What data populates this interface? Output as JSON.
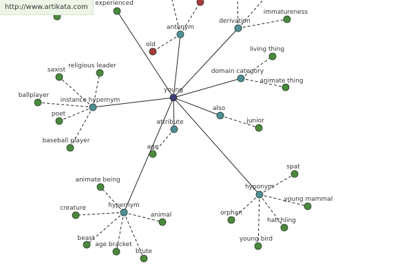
{
  "site_url": "http://www.artikata.com",
  "colors": {
    "center": "#3d3d7a",
    "category": "#4e8f98",
    "leaf": "#4a8a3c",
    "highlight": "#a83a3a",
    "edge": "#222222"
  },
  "graph": {
    "center": {
      "id": "young",
      "label": "young"
    },
    "categories": [
      {
        "id": "antonym",
        "label": "antonym"
      },
      {
        "id": "derivation",
        "label": "derivation"
      },
      {
        "id": "domain_category",
        "label": "domain category"
      },
      {
        "id": "also",
        "label": "also"
      },
      {
        "id": "attribute",
        "label": "attribute"
      },
      {
        "id": "instance_hypernym",
        "label": "instance hypernym"
      },
      {
        "id": "hypernym",
        "label": "hypernym"
      },
      {
        "id": "hyponym",
        "label": "hyponym"
      }
    ],
    "leaves": [
      {
        "id": "experienced",
        "label": "experienced",
        "parent": "young",
        "kind": "leaf"
      },
      {
        "id": "unlabeled_top_left",
        "label": "",
        "parent": "young",
        "kind": "leaf"
      },
      {
        "id": "old",
        "label": "old",
        "parent": "antonym",
        "kind": "highlight"
      },
      {
        "id": "unlabeled_top_red",
        "label": "",
        "parent": "antonym",
        "kind": "highlight"
      },
      {
        "id": "immatureness",
        "label": "immatureness",
        "parent": "derivation",
        "kind": "leaf"
      },
      {
        "id": "living_thing",
        "label": "living thing",
        "parent": "domain_category",
        "kind": "leaf"
      },
      {
        "id": "animate_thing",
        "label": "animate thing",
        "parent": "domain_category",
        "kind": "leaf"
      },
      {
        "id": "junior",
        "label": "junior",
        "parent": "also",
        "kind": "leaf"
      },
      {
        "id": "age",
        "label": "age",
        "parent": "attribute",
        "kind": "leaf"
      },
      {
        "id": "saxist",
        "label": "saxist",
        "parent": "instance_hypernym",
        "kind": "leaf"
      },
      {
        "id": "religious_leader",
        "label": "religious leader",
        "parent": "instance_hypernym",
        "kind": "leaf"
      },
      {
        "id": "ballplayer",
        "label": "ballplayer",
        "parent": "instance_hypernym",
        "kind": "leaf"
      },
      {
        "id": "poet",
        "label": "poet",
        "parent": "instance_hypernym",
        "kind": "leaf"
      },
      {
        "id": "baseball_player",
        "label": "baseball player",
        "parent": "instance_hypernym",
        "kind": "leaf"
      },
      {
        "id": "animate_being",
        "label": "animate being",
        "parent": "hypernym",
        "kind": "leaf"
      },
      {
        "id": "creature",
        "label": "creature",
        "parent": "hypernym",
        "kind": "leaf"
      },
      {
        "id": "animal",
        "label": "animal",
        "parent": "hypernym",
        "kind": "leaf"
      },
      {
        "id": "beast",
        "label": "beast",
        "parent": "hypernym",
        "kind": "leaf"
      },
      {
        "id": "age_bracket",
        "label": "age bracket",
        "parent": "hypernym",
        "kind": "leaf"
      },
      {
        "id": "brute",
        "label": "brute",
        "parent": "hypernym",
        "kind": "leaf"
      },
      {
        "id": "spat",
        "label": "spat",
        "parent": "hyponym",
        "kind": "leaf"
      },
      {
        "id": "young_mammal",
        "label": "young mammal",
        "parent": "hyponym",
        "kind": "leaf"
      },
      {
        "id": "orphan",
        "label": "orphan",
        "parent": "hyponym",
        "kind": "leaf"
      },
      {
        "id": "hatchling",
        "label": "hatchling",
        "parent": "hyponym",
        "kind": "leaf"
      },
      {
        "id": "young_bird",
        "label": "young bird",
        "parent": "hyponym",
        "kind": "leaf"
      }
    ]
  }
}
